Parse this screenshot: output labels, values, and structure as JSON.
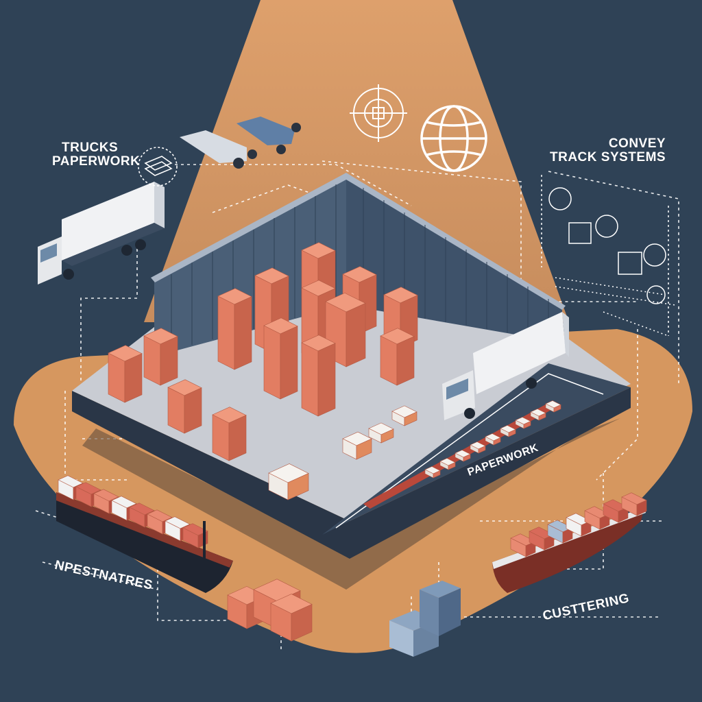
{
  "labels": {
    "trucks_paperwork": [
      "TRUCKS",
      "PAPERWORK"
    ],
    "convey_track_systems": [
      "CONVEY",
      "TRACK SYSTEMS"
    ],
    "paperwork": "PAPERWORK",
    "npestnatres": "NPESTNATRES",
    "custtering": "CUSTTERING"
  },
  "colors": {
    "background": "#2f4256",
    "beam": "#e0a06a",
    "ground": "#d89a63",
    "floor": "#c9ccd2",
    "wall": "#465b72",
    "crate": "#e8856a",
    "crate_dark": "#c8644c",
    "line": "#ffffff"
  },
  "icons": [
    "globe-icon",
    "target-icon",
    "drone-icon",
    "document-stack-icon",
    "monitor-icon",
    "truck-icon",
    "container-ship-icon",
    "pallet-crates-icon"
  ]
}
